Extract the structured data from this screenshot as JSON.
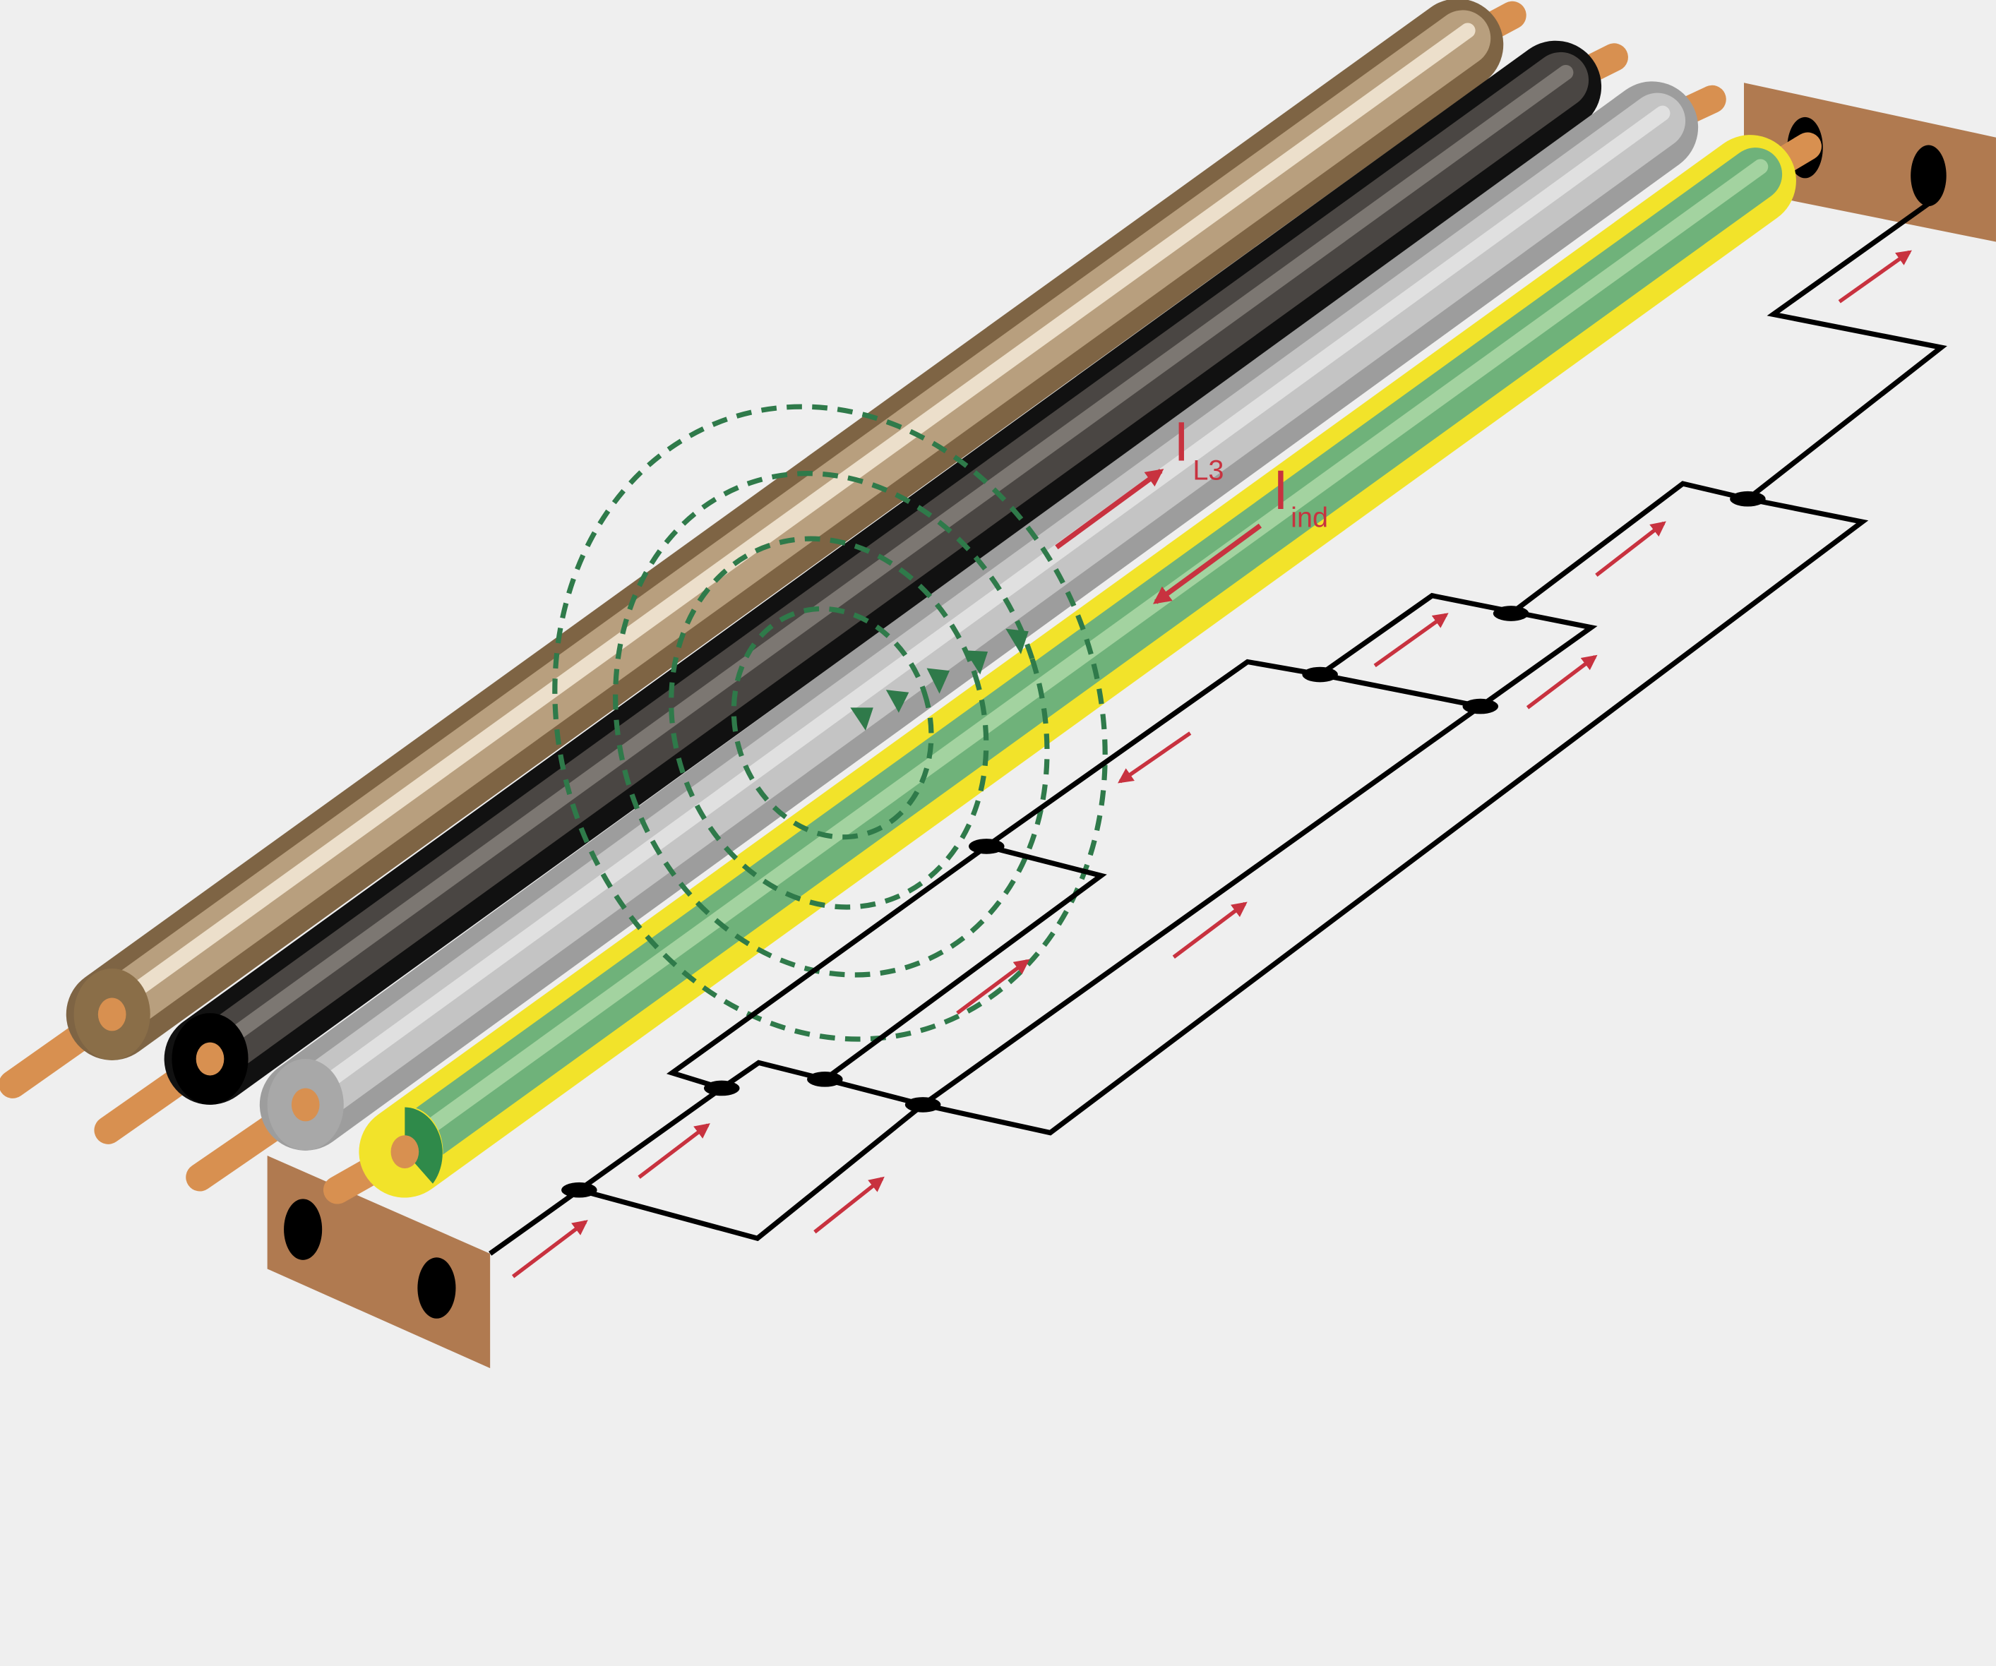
{
  "labels": {
    "phase_current": {
      "main": "I",
      "sub": "L3"
    },
    "induced_current": {
      "main": "I",
      "sub": "ind"
    }
  },
  "colors": {
    "background": "#efefef",
    "copper": "#d89050",
    "busbar": "#b07a50",
    "arrow": "#c8323f",
    "field_lines": "#2f7a4a",
    "circuit": "#000000"
  }
}
